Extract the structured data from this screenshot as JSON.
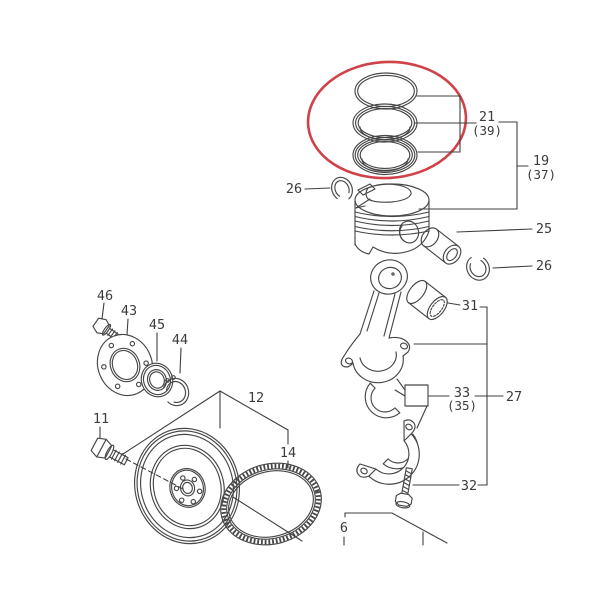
{
  "diagram": {
    "description": "Exploded engine parts diagram: piston ring set, piston, piston pin, connecting rod, rod bearings, flywheel and ring gear",
    "highlight_color": "#d0424a",
    "line_color": "#3f3f3f",
    "background_color": "#ffffff",
    "callouts": {
      "circlip_left": "26",
      "ring_set_no": "21",
      "ring_set_alt": "(39)",
      "piston_assy_no": "19",
      "piston_assy_alt": "(37)",
      "piston_pin": "25",
      "circlip_right": "26",
      "small_end_bushing": "31",
      "rod_bearing_no": "33",
      "rod_bearing_alt": "(35)",
      "connecting_rod_assy": "27",
      "rod_bolt": "32",
      "retainer_bolt": "46",
      "bearing_retainer": "43",
      "pilot_bearing": "45",
      "snap_ring": "44",
      "flywheel_bolt": "11",
      "flywheel": "12",
      "ring_gear": "14",
      "crankshaft": "6"
    }
  }
}
